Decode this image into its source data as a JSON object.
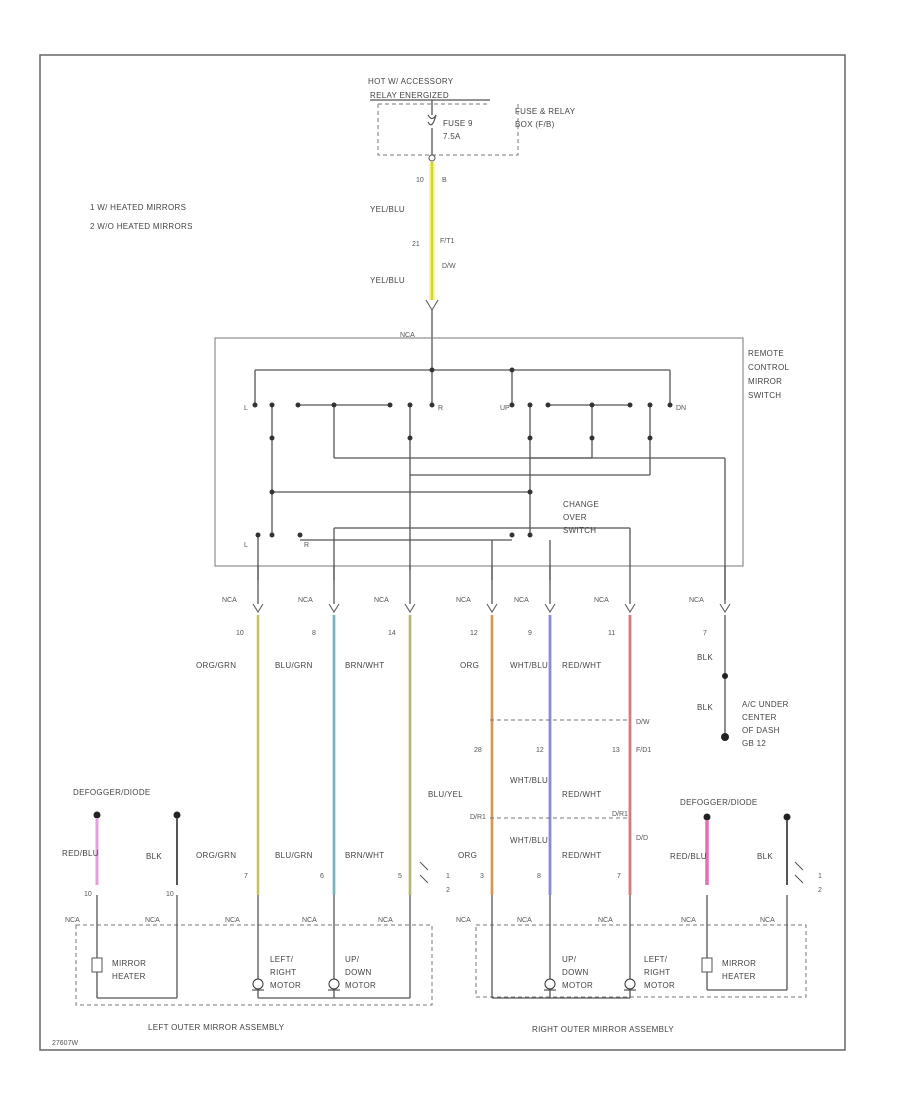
{
  "power": {
    "line1": "HOT W/ ACCESSORY",
    "line2": "RELAY ENERGIZED",
    "fuse_label_1": "FUSE 9",
    "fuse_label_2": "7.5A",
    "box_label_1": "FUSE & RELAY",
    "box_label_2": "BOX (F/B)",
    "pin_left": "10",
    "pin_right": "B"
  },
  "notes": {
    "note1": "1   W/ HEATED MIRRORS",
    "note2": "2   W/O HEATED MIRRORS"
  },
  "feed_wire": {
    "color_top": "YEL/BLU",
    "connector_pin": "21",
    "connector_id": "F/T1",
    "connector_sub": "D/W",
    "color_bottom": "YEL/BLU",
    "switch_conn": "NCA",
    "wire_color_hex": "#f2f25a"
  },
  "switch": {
    "label_1": "REMOTE",
    "label_2": "CONTROL",
    "label_3": "MIRROR",
    "label_4": "SWITCH",
    "changeover_1": "CHANGE",
    "changeover_2": "OVER",
    "changeover_3": "SWITCH",
    "pos_l": "L",
    "pos_r": "R",
    "pos_up": "UP",
    "pos_dn": "DN",
    "pos_lft": "L",
    "pos_rt": "R"
  },
  "wires": [
    {
      "conn": "NCA",
      "pin": "10",
      "color": "ORG/GRN",
      "hex": "#e8e87a"
    },
    {
      "conn": "NCA",
      "pin": "8",
      "color": "BLU/GRN",
      "hex": "#8fd0d8"
    },
    {
      "conn": "NCA",
      "pin": "14",
      "color": "BRN/WHT",
      "hex": "#d6d68a"
    },
    {
      "conn": "NCA",
      "pin": "12",
      "color": "ORG",
      "hex": "#f3b266"
    },
    {
      "conn": "NCA",
      "pin": "9",
      "color": "WHT/BLU",
      "hex": "#9c9cf0"
    },
    {
      "conn": "NCA",
      "pin": "11",
      "color": "RED/WHT",
      "hex": "#f28a8a"
    },
    {
      "conn": "NCA",
      "pin": "7",
      "color": "BLK",
      "hex": "#555555"
    }
  ],
  "ground": {
    "wire1": "BLK",
    "wire2": "BLK",
    "label_1": "A/C UNDER",
    "label_2": "CENTER",
    "label_3": "OF DASH",
    "label_4": "GB 12"
  },
  "right_harness": {
    "conn_top": "D/W",
    "conn_top_id": "F/D1",
    "pin_a": "28",
    "pin_b": "12",
    "pin_c": "13",
    "color_a": "BLU/YEL",
    "color_b": "WHT/BLU",
    "color_c": "RED/WHT",
    "conn_bottom": "D/R1",
    "conn_bottom_2": "D/R1",
    "conn_bottom_3": "D/D",
    "low_color_a": "ORG",
    "low_color_b": "WHT/BLU",
    "low_color_c": "RED/WHT"
  },
  "left_mirror": {
    "defogger": "DEFOGGER/DIODE",
    "red": "RED/BLU",
    "blk": "BLK",
    "pin_heater": "10",
    "pin_blk": "10",
    "wire_1": "ORG/GRN",
    "wire_2": "BLU/GRN",
    "wire_3": "BRN/WHT",
    "pin_1": "7",
    "pin_2": "6",
    "pin_3": "5",
    "conn": "NCA",
    "heater": "MIRROR",
    "heater_2": "HEATER",
    "lr_motor_1": "LEFT/",
    "lr_motor_2": "RIGHT",
    "lr_motor_3": "MOTOR",
    "ud_motor_1": "UP/",
    "ud_motor_2": "DOWN",
    "ud_motor_3": "MOTOR",
    "title": "LEFT OUTER MIRROR ASSEMBLY",
    "note_1": "1",
    "note_2": "2"
  },
  "right_mirror": {
    "defogger": "DEFOGGER/DIODE",
    "red": "RED/BLU",
    "blk": "BLK",
    "pin_1": "3",
    "pin_2": "8",
    "pin_3": "7",
    "conn": "NCA",
    "heater": "MIRROR",
    "heater_2": "HEATER",
    "ud_motor_1": "UP/",
    "ud_motor_2": "DOWN",
    "ud_motor_3": "MOTOR",
    "lr_motor_1": "LEFT/",
    "lr_motor_2": "RIGHT",
    "lr_motor_3": "MOTOR",
    "title": "RIGHT OUTER MIRROR ASSEMBLY",
    "note_1": "1",
    "note_2": "2"
  },
  "footer_code": "27607W"
}
